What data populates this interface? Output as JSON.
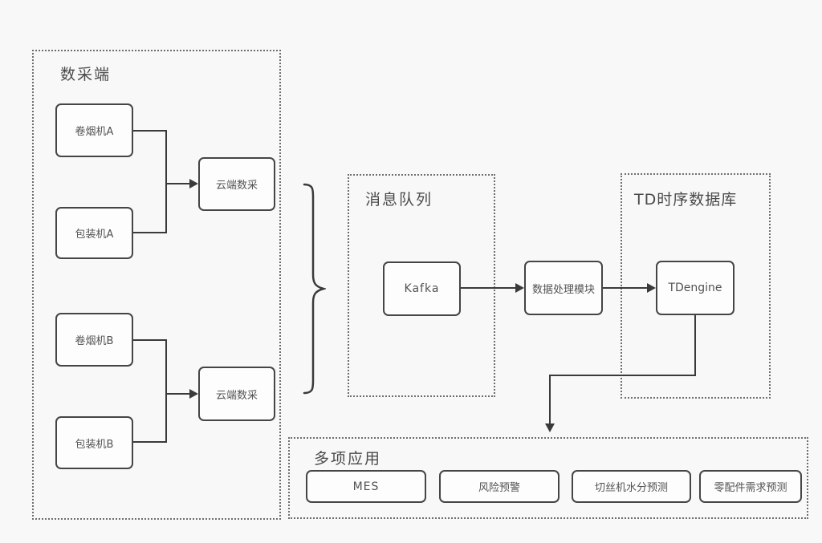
{
  "diagram": {
    "containers": {
      "data_collection": {
        "title": "数采端"
      },
      "message_queue": {
        "title": "消息队列"
      },
      "td_database": {
        "title": "TD时序数据库"
      },
      "applications": {
        "title": "多项应用"
      }
    },
    "nodes": {
      "cigarette_machine_a": "卷烟机A",
      "packing_machine_a": "包装机A",
      "cloud_collect_a": "云端数采",
      "cigarette_machine_b": "卷烟机B",
      "packing_machine_b": "包装机B",
      "cloud_collect_b": "云端数采",
      "kafka": "Kafka",
      "data_processing": "数据处理模块",
      "tdengine": "TDengine",
      "mes": "MES",
      "risk_warning": "风险预警",
      "moisture_prediction": "切丝机水分预测",
      "spare_parts_prediction": "零配件需求预测"
    },
    "colors": {
      "background": "#f8f8f8",
      "line": "#3a3a3a",
      "node_border": "#454545",
      "node_fill": "#fdfdfd",
      "container_border": "#6e6e6e",
      "text": "#4f4f4f"
    }
  }
}
